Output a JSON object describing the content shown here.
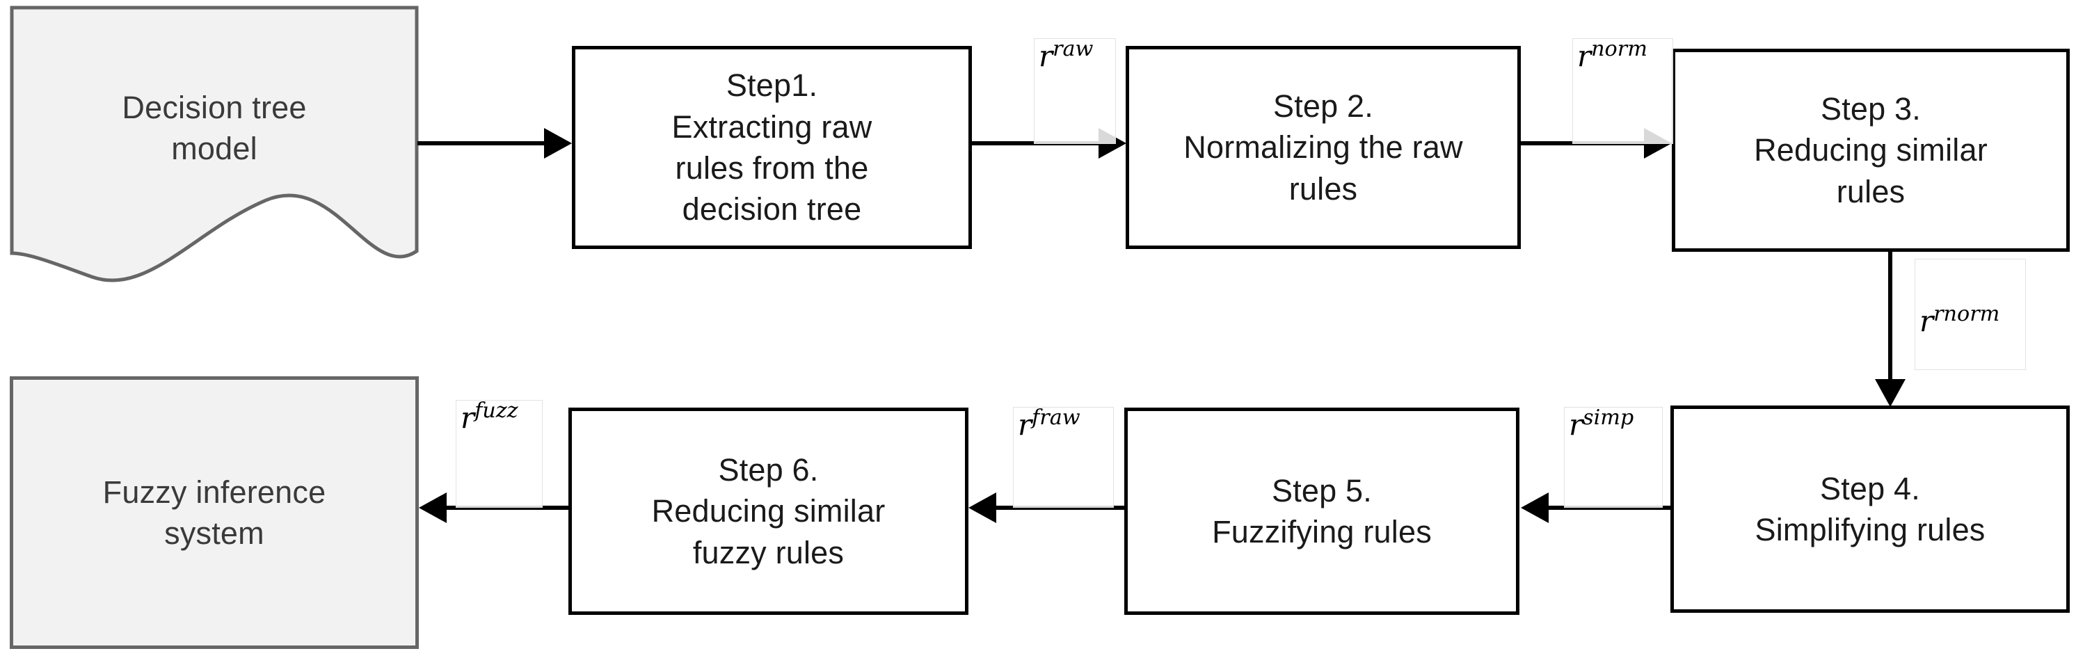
{
  "diagram": {
    "title": "Fuzzy rule extraction pipeline from a decision tree",
    "background_color": "#ffffff",
    "stroke_color": "#000000",
    "terminal_fill": "#f2f2f2",
    "terminal_stroke": "#666666"
  },
  "nodes": [
    {
      "id": "decision-tree-model",
      "shape": "document",
      "label": "Decision tree\nmodel"
    },
    {
      "id": "step-1",
      "shape": "process",
      "label": "Step1.\nExtracting raw\nrules from the\ndecision tree"
    },
    {
      "id": "step-2",
      "shape": "process",
      "label": "Step 2.\nNormalizing the raw\nrules"
    },
    {
      "id": "step-3",
      "shape": "process",
      "label": "Step 3.\nReducing similar\nrules"
    },
    {
      "id": "step-4",
      "shape": "process",
      "label": "Step 4.\nSimplifying rules"
    },
    {
      "id": "step-5",
      "shape": "process",
      "label": "Step 5.\nFuzzifying rules"
    },
    {
      "id": "step-6",
      "shape": "process",
      "label": "Step 6.\nReducing similar\nfuzzy rules"
    },
    {
      "id": "fuzzy-inference-system",
      "shape": "rectangle",
      "label": "Fuzzy inference\nsystem"
    }
  ],
  "edges": [
    {
      "id": "e-model-step1",
      "from": "decision-tree-model",
      "to": "step-1",
      "direction": "right",
      "label_base": "",
      "label_sup": ""
    },
    {
      "id": "e-step1-step2",
      "from": "step-1",
      "to": "step-2",
      "direction": "right",
      "label_base": "r",
      "label_sup": "raw"
    },
    {
      "id": "e-step2-step3",
      "from": "step-2",
      "to": "step-3",
      "direction": "right",
      "label_base": "r",
      "label_sup": "norm"
    },
    {
      "id": "e-step3-step4",
      "from": "step-3",
      "to": "step-4",
      "direction": "down",
      "label_base": "r",
      "label_sup": "rnorm"
    },
    {
      "id": "e-step4-step5",
      "from": "step-4",
      "to": "step-5",
      "direction": "left",
      "label_base": "r",
      "label_sup": "simp"
    },
    {
      "id": "e-step5-step6",
      "from": "step-5",
      "to": "step-6",
      "direction": "left",
      "label_base": "r",
      "label_sup": "fraw"
    },
    {
      "id": "e-step6-fis",
      "from": "step-6",
      "to": "fuzzy-inference-system",
      "direction": "left",
      "label_base": "r",
      "label_sup": "fuzz"
    }
  ]
}
